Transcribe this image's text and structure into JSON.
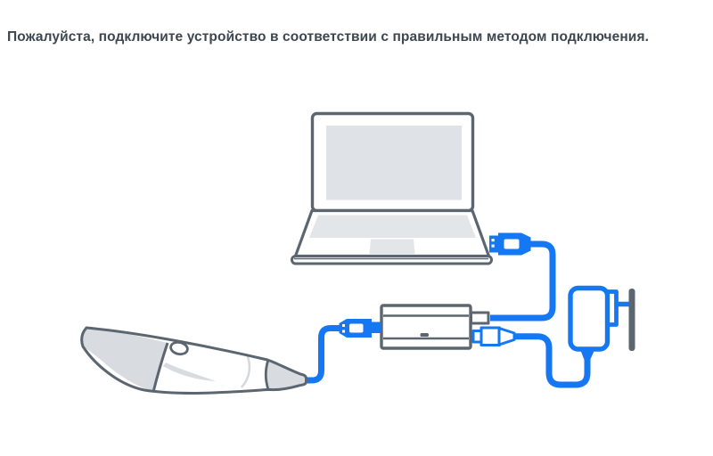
{
  "title": "Пожалуйста, подключите устройство в соответствии с правильным методом подключения.",
  "colors": {
    "background": "#FFFFFF",
    "title_text": "#3D4750",
    "accent_blue": "#1677F3",
    "outline_gray": "#5B6670",
    "fill_light": "#DFE2E6",
    "fill_lighter": "#E3E6E9",
    "scanner_shade": "#D8DCE0"
  },
  "diagram": {
    "icons": [
      "laptop-illustration",
      "usb-plug-laptop-icon",
      "usb-hub-illustration",
      "usb-plug-hub-icon",
      "intraoral-scanner-illustration",
      "dc-plug-icon",
      "power-adapter-illustration",
      "wall-outlet"
    ]
  }
}
